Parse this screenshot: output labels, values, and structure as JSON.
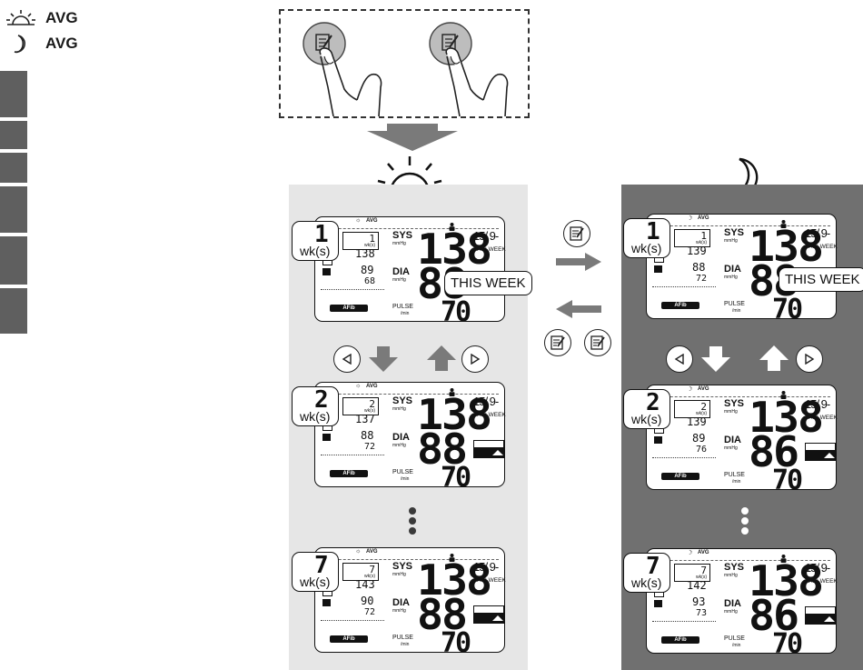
{
  "legend": [
    {
      "icon": "sun-icon",
      "label": "AVG"
    },
    {
      "icon": "moon-icon",
      "label": "AVG"
    }
  ],
  "colors": {
    "morning_panel": "#e6e6e6",
    "evening_panel": "#707070",
    "sidebar_block": "#5f5f5f",
    "arrow_gray": "#7a7a7a"
  },
  "morning": {
    "screens": [
      {
        "week_num": "1",
        "week_unit": "wk(s)",
        "box_num": "1",
        "box_unit": "wk(s)",
        "sys_small": "138",
        "dia_small": "89",
        "pulse_small": "68",
        "sys": "138",
        "dia": "88",
        "pulse": "70",
        "date": "15/ 9-",
        "sys_label": "SYS",
        "sys_unit": "mmHg",
        "dia_label": "DIA",
        "dia_unit": "mmHg",
        "pulse_label": "PULSE",
        "pulse_unit": "/min",
        "week_label": "THIS WEEK",
        "avg_label": "AVG",
        "afib": "AFib",
        "callout": "THIS WEEK"
      },
      {
        "week_num": "2",
        "week_unit": "wk(s)",
        "box_num": "2",
        "box_unit": "wk(s)",
        "sys_small": "137",
        "dia_small": "88",
        "pulse_small": "72",
        "sys": "138",
        "dia": "88",
        "pulse": "70",
        "date": "15/ 9-",
        "sys_label": "SYS",
        "sys_unit": "mmHg",
        "dia_label": "DIA",
        "dia_unit": "mmHg",
        "pulse_label": "PULSE",
        "pulse_unit": "/min",
        "week_label": "THIS WEEK",
        "avg_label": "AVG",
        "afib": "AFib",
        "callout": ""
      },
      {
        "week_num": "7",
        "week_unit": "wk(s)",
        "box_num": "7",
        "box_unit": "wk(s)",
        "sys_small": "143",
        "dia_small": "90",
        "pulse_small": "72",
        "sys": "138",
        "dia": "88",
        "pulse": "70",
        "date": "15/ 9-",
        "sys_label": "SYS",
        "sys_unit": "mmHg",
        "dia_label": "DIA",
        "dia_unit": "mmHg",
        "pulse_label": "PULSE",
        "pulse_unit": "/min",
        "week_label": "THIS WEEK",
        "avg_label": "AVG",
        "afib": "AFib",
        "callout": ""
      }
    ]
  },
  "evening": {
    "screens": [
      {
        "week_num": "1",
        "week_unit": "wk(s)",
        "box_num": "1",
        "box_unit": "wk(s)",
        "sys_small": "139",
        "dia_small": "88",
        "pulse_small": "72",
        "sys": "138",
        "dia": "88",
        "pulse": "70",
        "date": "15/ 9-",
        "sys_label": "SYS",
        "sys_unit": "mmHg",
        "dia_label": "DIA",
        "dia_unit": "mmHg",
        "pulse_label": "PULSE",
        "pulse_unit": "/min",
        "week_label": "THIS WEEK",
        "avg_label": "AVG",
        "afib": "AFib",
        "callout": "THIS WEEK"
      },
      {
        "week_num": "2",
        "week_unit": "wk(s)",
        "box_num": "2",
        "box_unit": "wk(s)",
        "sys_small": "139",
        "dia_small": "89",
        "pulse_small": "76",
        "sys": "138",
        "dia": "86",
        "pulse": "70",
        "date": "15/ 9-",
        "sys_label": "SYS",
        "sys_unit": "mmHg",
        "dia_label": "DIA",
        "dia_unit": "mmHg",
        "pulse_label": "PULSE",
        "pulse_unit": "/min",
        "week_label": "THIS WEEK",
        "avg_label": "AVG",
        "afib": "AFib",
        "callout": ""
      },
      {
        "week_num": "7",
        "week_unit": "wk(s)",
        "box_num": "7",
        "box_unit": "wk(s)",
        "sys_small": "142",
        "dia_small": "93",
        "pulse_small": "73",
        "sys": "138",
        "dia": "86",
        "pulse": "70",
        "date": "15/ 9-",
        "sys_label": "SYS",
        "sys_unit": "mmHg",
        "dia_label": "DIA",
        "dia_unit": "mmHg",
        "pulse_label": "PULSE",
        "pulse_unit": "/min",
        "week_label": "THIS WEEK",
        "avg_label": "AVG",
        "afib": "AFib",
        "callout": ""
      }
    ]
  },
  "icons": {
    "memo": "memo-button-icon",
    "prev": "triangle-left-icon",
    "next": "triangle-right-icon",
    "more": "ellipsis-vertical-icon"
  }
}
